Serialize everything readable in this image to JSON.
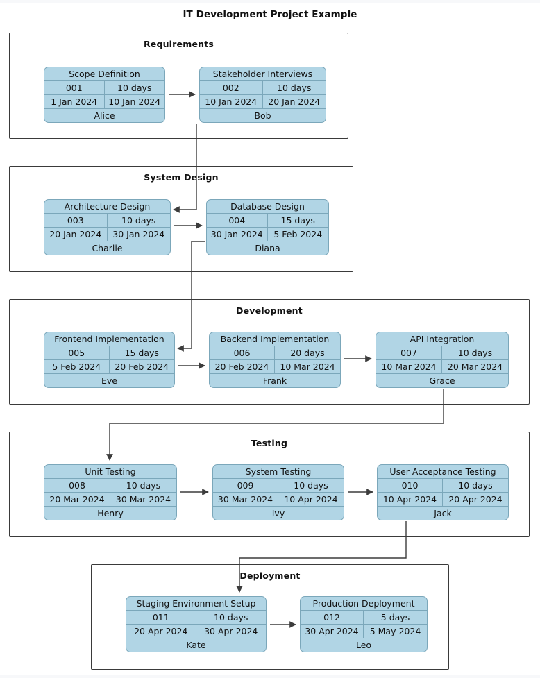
{
  "diagram": {
    "title": "IT Development Project Example",
    "node_fill_color": "#b1d5e5",
    "node_border_color": "#7ba7ba",
    "group_border_color": "#3a3a3a",
    "connector_color": "#3c3c3c",
    "background_color": "#ffffff"
  },
  "groups": [
    {
      "id": "requirements",
      "title": "Requirements",
      "nodes": [
        {
          "id": "001",
          "name": "Scope Definition",
          "code": "001",
          "duration": "10 days",
          "start": "1 Jan 2024",
          "end": "10 Jan 2024",
          "owner": "Alice"
        },
        {
          "id": "002",
          "name": "Stakeholder Interviews",
          "code": "002",
          "duration": "10 days",
          "start": "10 Jan 2024",
          "end": "20 Jan 2024",
          "owner": "Bob"
        }
      ]
    },
    {
      "id": "system-design",
      "title": "System Design",
      "nodes": [
        {
          "id": "003",
          "name": "Architecture Design",
          "code": "003",
          "duration": "10 days",
          "start": "20 Jan 2024",
          "end": "30 Jan 2024",
          "owner": "Charlie"
        },
        {
          "id": "004",
          "name": "Database Design",
          "code": "004",
          "duration": "15 days",
          "start": "30 Jan 2024",
          "end": "5 Feb 2024",
          "owner": "Diana"
        }
      ]
    },
    {
      "id": "development",
      "title": "Development",
      "nodes": [
        {
          "id": "005",
          "name": "Frontend Implementation",
          "code": "005",
          "duration": "15 days",
          "start": "5 Feb 2024",
          "end": "20 Feb 2024",
          "owner": "Eve"
        },
        {
          "id": "006",
          "name": "Backend Implementation",
          "code": "006",
          "duration": "20 days",
          "start": "20 Feb 2024",
          "end": "10 Mar 2024",
          "owner": "Frank"
        },
        {
          "id": "007",
          "name": "API Integration",
          "code": "007",
          "duration": "10 days",
          "start": "10 Mar 2024",
          "end": "20 Mar 2024",
          "owner": "Grace"
        }
      ]
    },
    {
      "id": "testing",
      "title": "Testing",
      "nodes": [
        {
          "id": "008",
          "name": "Unit Testing",
          "code": "008",
          "duration": "10 days",
          "start": "20 Mar 2024",
          "end": "30 Mar 2024",
          "owner": "Henry"
        },
        {
          "id": "009",
          "name": "System Testing",
          "code": "009",
          "duration": "10 days",
          "start": "30 Mar 2024",
          "end": "10 Apr 2024",
          "owner": "Ivy"
        },
        {
          "id": "010",
          "name": "User Acceptance Testing",
          "code": "010",
          "duration": "10 days",
          "start": "10 Apr 2024",
          "end": "20 Apr 2024",
          "owner": "Jack"
        }
      ]
    },
    {
      "id": "deployment",
      "title": "Deployment",
      "nodes": [
        {
          "id": "011",
          "name": "Staging Environment Setup",
          "code": "011",
          "duration": "10 days",
          "start": "20 Apr 2024",
          "end": "30 Apr 2024",
          "owner": "Kate"
        },
        {
          "id": "012",
          "name": "Production Deployment",
          "code": "012",
          "duration": "5 days",
          "start": "30 Apr 2024",
          "end": "5 May 2024",
          "owner": "Leo"
        }
      ]
    }
  ]
}
